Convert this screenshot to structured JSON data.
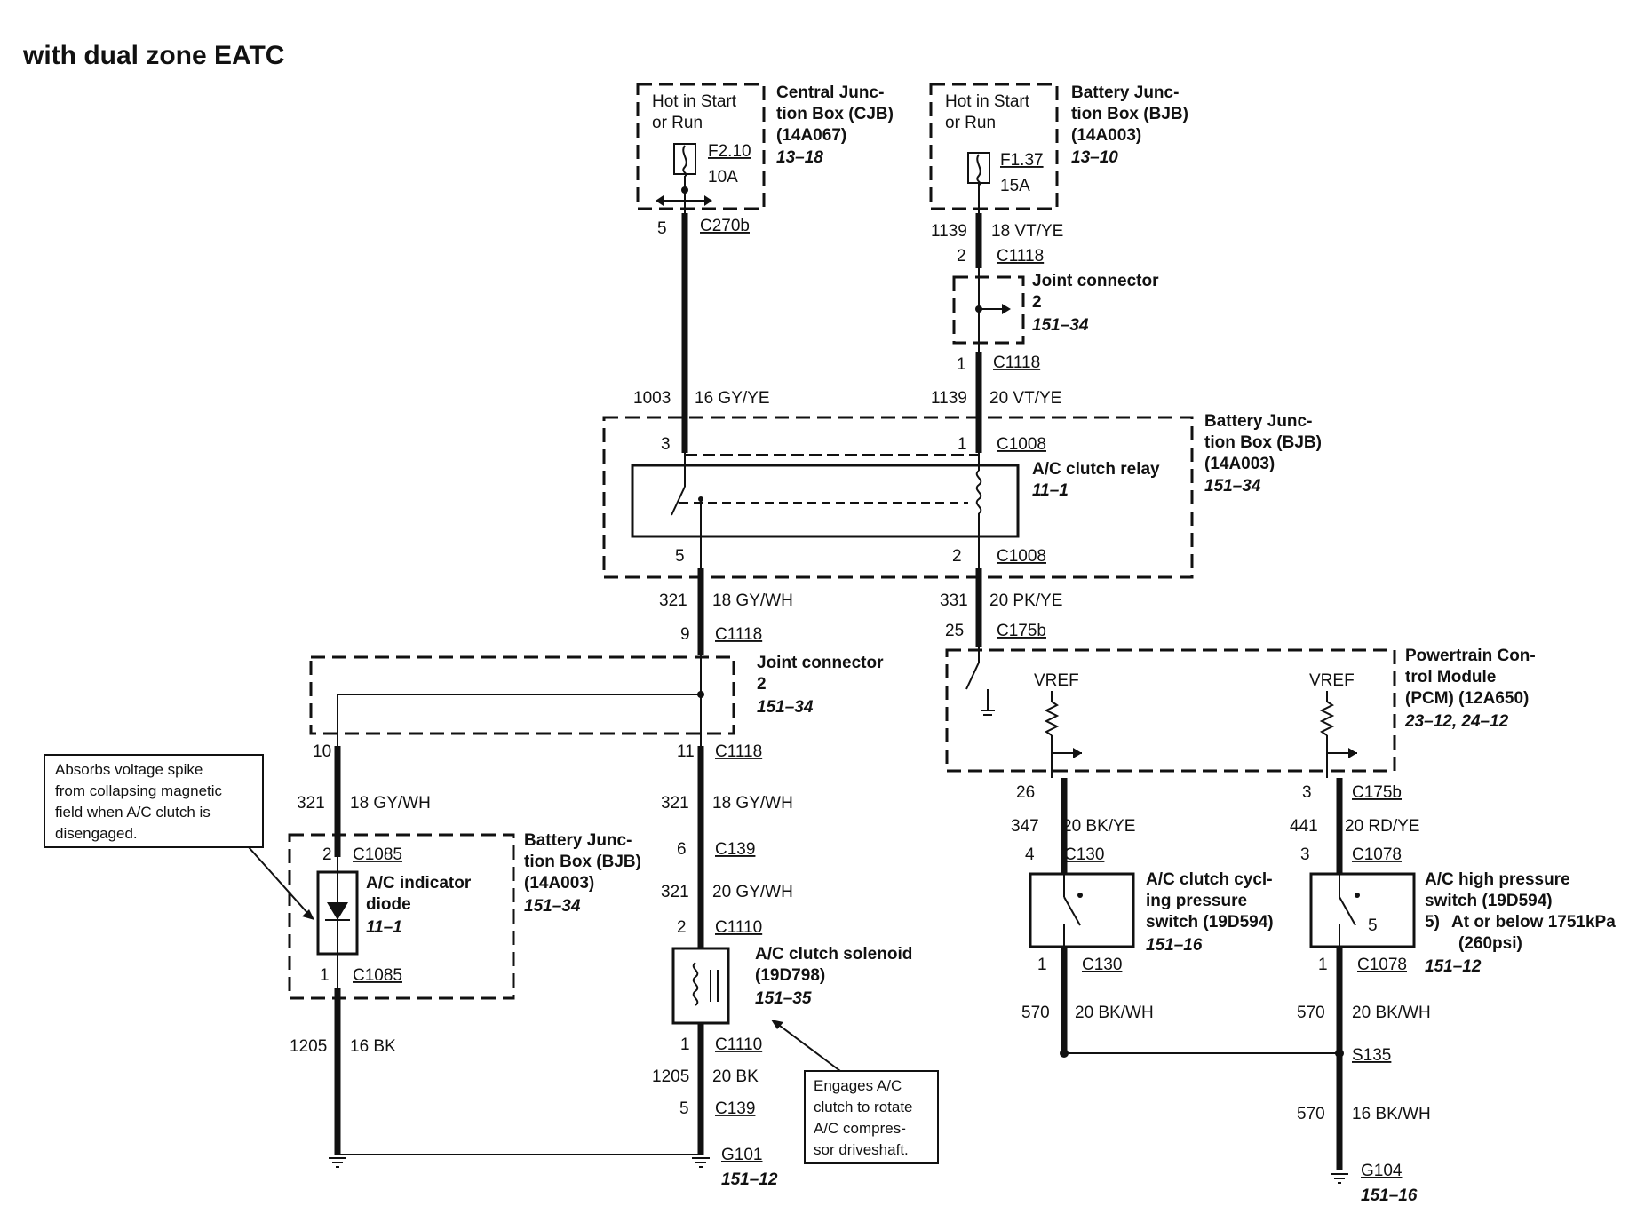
{
  "title": "with dual zone EATC",
  "cjb": {
    "hot": [
      "Hot in Start",
      "or Run"
    ],
    "fuse": "F2.10",
    "amps": "10A",
    "name": [
      "Central Junc-",
      "tion Box (CJB)",
      "(14A067)"
    ],
    "ref": "13–18"
  },
  "bjb_top": {
    "hot": [
      "Hot in Start",
      "or Run"
    ],
    "fuse": "F1.37",
    "amps": "15A",
    "name": [
      "Battery Junc-",
      "tion Box (BJB)",
      "(14A003)"
    ],
    "ref": "13–10"
  },
  "left_col": {
    "pin_c270b": "5",
    "c270b": "C270b",
    "circ1": "1003",
    "wire1": "16 GY/YE",
    "pin_c1008_3": "3",
    "pin_c1008_5": "5",
    "circ2": "321",
    "wire2": "18 GY/WH",
    "pin_c1118_9": "9",
    "c1118_9": "C1118",
    "pin_c1118_11": "11",
    "c1118_11": "C1118",
    "circ3": "321",
    "wire3": "18 GY/WH",
    "pin_c139_6": "6",
    "c139_6": "C139",
    "circ4": "321",
    "wire4": "20 GY/WH",
    "pin_c1110_2": "2",
    "c1110_2": "C1110",
    "pin_c1110_1": "1",
    "c1110_1": "C1110",
    "circ5": "1205",
    "wire5": "20 BK",
    "pin_c139_5": "5",
    "c139_5": "C139",
    "g101": "G101",
    "g101_ref": "151–12"
  },
  "right_col": {
    "circ1": "1139",
    "wire1": "18 VT/YE",
    "pin_c1118_2": "2",
    "c1118_2": "C1118",
    "pin_c1118_1": "1",
    "c1118_1": "C1118",
    "circ2": "1139",
    "wire2": "20 VT/YE",
    "pin_c1008_1": "1",
    "c1008_1": "C1008",
    "pin_c1008_2": "2",
    "c1008_2": "C1008",
    "circ3": "331",
    "wire3": "20 PK/YE",
    "pin_c175b": "25",
    "c175b": "C175b"
  },
  "joint_top": {
    "name": "Joint connector",
    "num": "2",
    "ref": "151–34"
  },
  "relay": {
    "name": "A/C clutch relay",
    "ref": "11–1"
  },
  "bjb_mid": {
    "name": [
      "Battery Junc-",
      "tion Box (BJB)",
      "(14A003)"
    ],
    "ref": "151–34"
  },
  "joint_mid": {
    "name": "Joint connector",
    "num": "2",
    "ref": "151–34"
  },
  "diode_col": {
    "pin10": "10",
    "circ1": "321",
    "wire1": "18 GY/WH",
    "pin_c1085_2": "2",
    "c1085_2": "C1085",
    "pin_c1085_1": "1",
    "c1085_1": "C1085",
    "circ2": "1205",
    "wire2": "16 BK"
  },
  "diode": {
    "name": [
      "A/C indicator",
      "diode"
    ],
    "ref": "11–1"
  },
  "bjb_low": {
    "name": [
      "Battery Junc-",
      "tion Box (BJB)",
      "(14A003)"
    ],
    "ref": "151–34"
  },
  "note_diode": [
    "Absorbs voltage spike",
    "from collapsing magnetic",
    "field when A/C clutch is",
    "disengaged."
  ],
  "solenoid": {
    "name": [
      "A/C clutch solenoid",
      "(19D798)"
    ],
    "ref": "151–35"
  },
  "note_solenoid": [
    "Engages A/C",
    "clutch to rotate",
    "A/C compres-",
    "sor driveshaft."
  ],
  "pcm": {
    "name": [
      "Powertrain Con-",
      "trol Module",
      "(PCM) (12A650)"
    ],
    "ref": "23–12, 24–12",
    "vref1": "VREF",
    "vref2": "VREF"
  },
  "cyc_col": {
    "pin_c175b": "26",
    "circ1": "347",
    "wire1": "20 BK/YE",
    "pin_c130_4": "4",
    "c130_4": "C130",
    "pin_c130_1": "1",
    "c130_1": "C130",
    "circ2": "570",
    "wire2": "20 BK/WH"
  },
  "cyc_switch": {
    "name": [
      "A/C clutch cycl-",
      "ing pressure",
      "switch (19D594)"
    ],
    "ref": "151–16"
  },
  "hp_col": {
    "pin_c175b": "3",
    "c175b": "C175b",
    "circ1": "441",
    "wire1": "20 RD/YE",
    "pin_c1078_3": "3",
    "c1078_3": "C1078",
    "pin_c1078_1": "1",
    "c1078_1": "C1078",
    "circ2": "570",
    "wire2": "20 BK/WH",
    "s135": "S135",
    "circ3": "570",
    "wire3": "16 BK/WH",
    "g104": "G104",
    "g104_ref": "151–16"
  },
  "hp_switch": {
    "name": [
      "A/C high pressure",
      "switch (19D594)"
    ],
    "note_num": "5)",
    "note": [
      "At or below 1751kPa",
      "(260psi)"
    ],
    "inner": "5",
    "ref": "151–12"
  }
}
